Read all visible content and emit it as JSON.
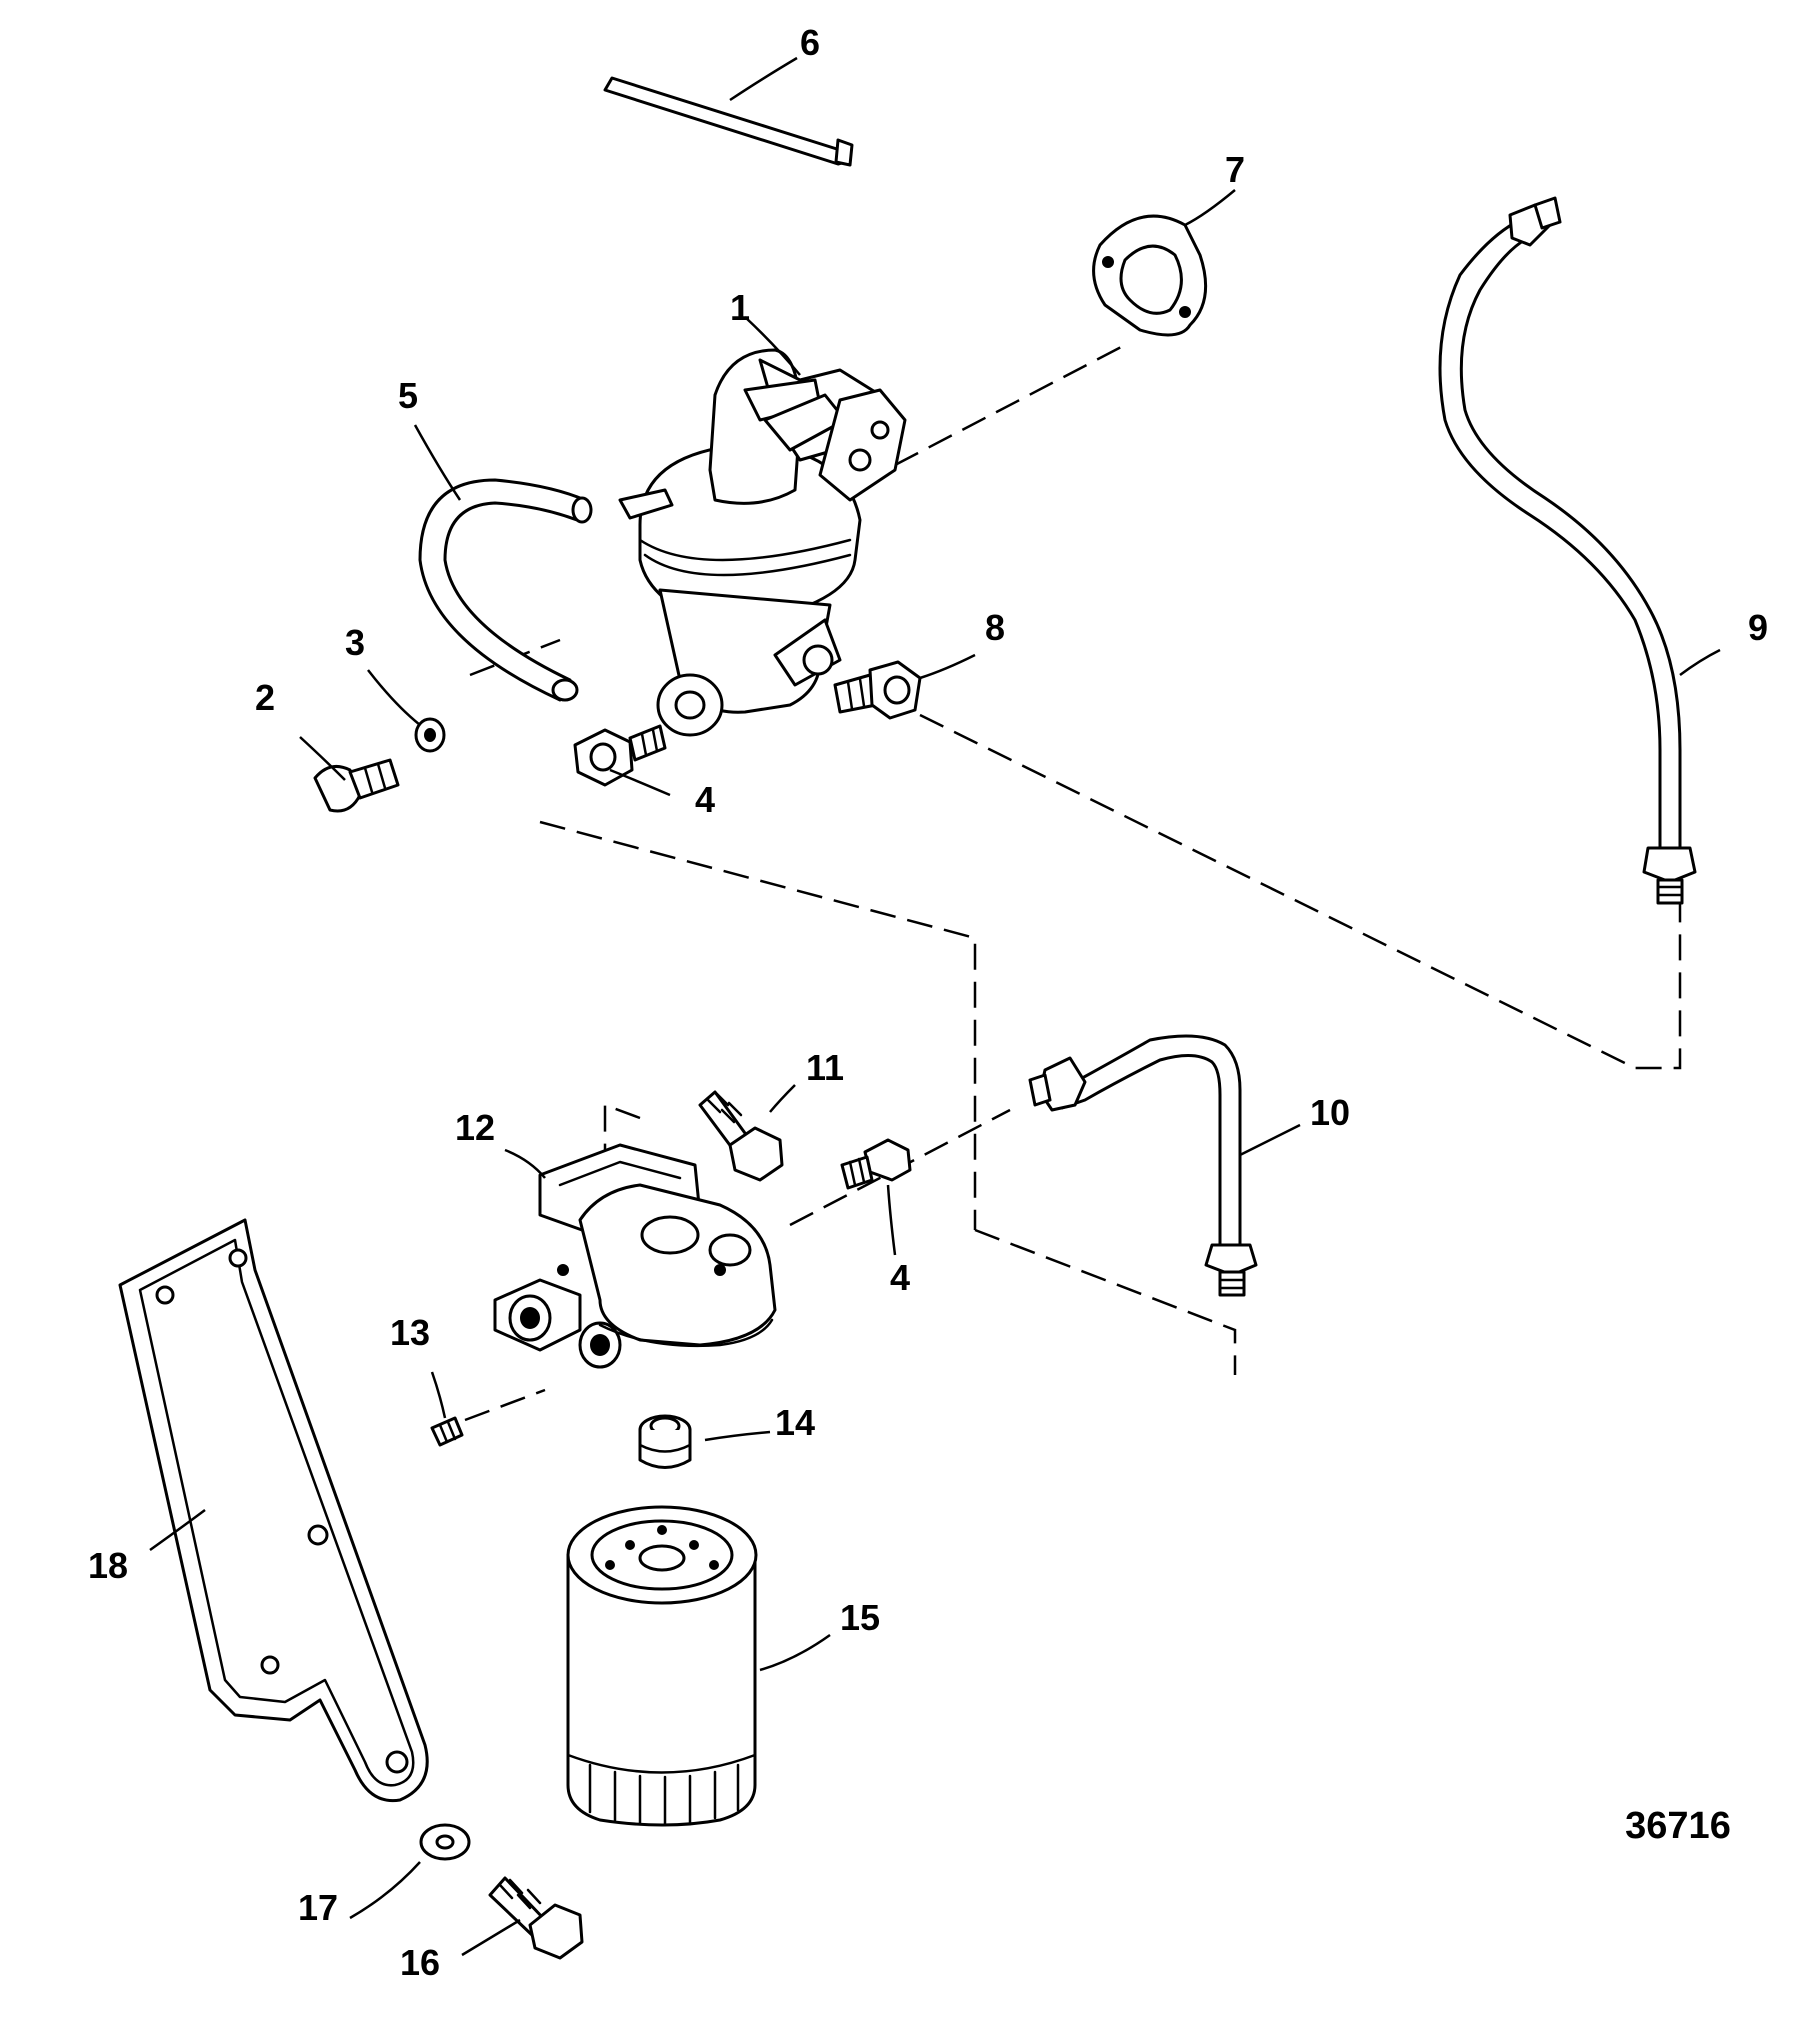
{
  "callouts": {
    "c1": "1",
    "c2": "2",
    "c3": "3",
    "c4a": "4",
    "c4b": "4",
    "c5": "5",
    "c6": "6",
    "c7": "7",
    "c8": "8",
    "c9": "9",
    "c10": "10",
    "c11": "11",
    "c12": "12",
    "c13": "13",
    "c14": "14",
    "c15": "15",
    "c16": "16",
    "c17": "17",
    "c18": "18"
  },
  "figure_number": "36716",
  "colors": {
    "ink": "#000000",
    "paper": "#ffffff"
  }
}
